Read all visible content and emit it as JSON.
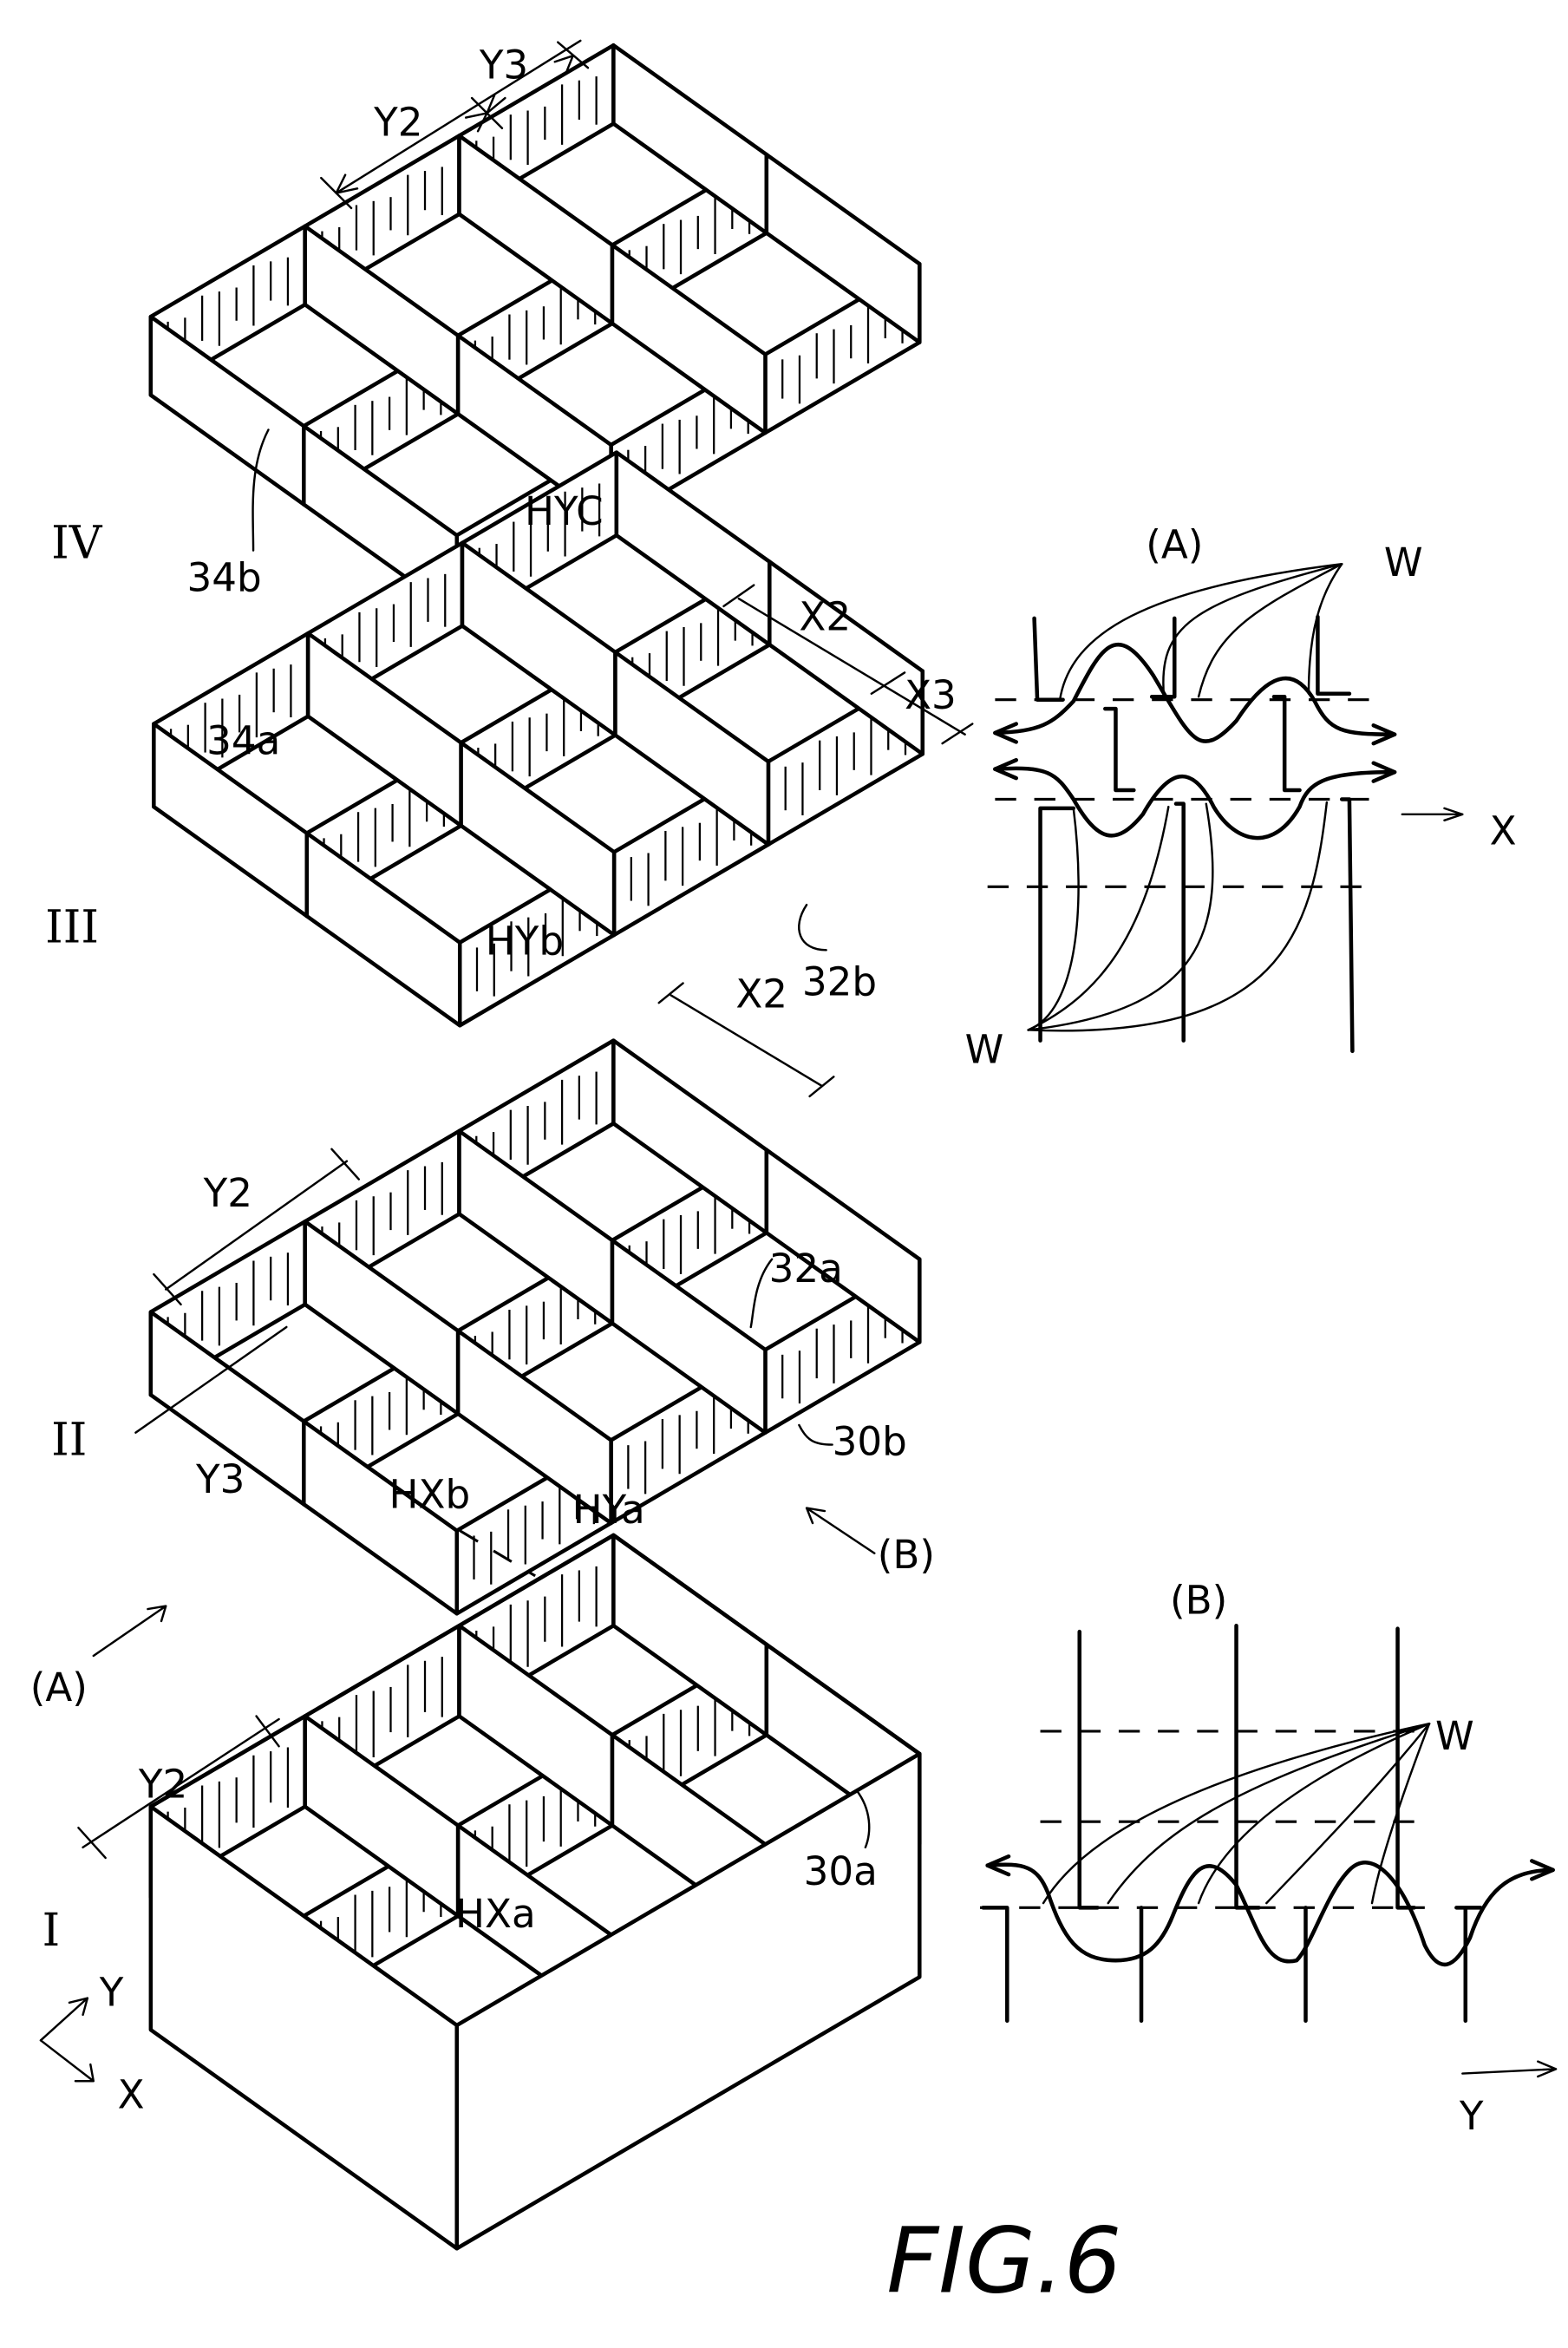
{
  "figure": {
    "title": "FIG.6",
    "layers": [
      {
        "numeral": "IV",
        "labels": {
          "part": "34b",
          "hole": "HYC",
          "dim_a": "Y2",
          "dim_b": "Y3"
        }
      },
      {
        "numeral": "III",
        "labels": {
          "part_a": "34a",
          "part_b": "32b",
          "hole": "HYb",
          "dim_a": "X2",
          "dim_b": "X3"
        }
      },
      {
        "numeral": "II",
        "labels": {
          "part_a": "32a",
          "part_b": "30b",
          "hole_a": "HXb",
          "hole_b": "HYa",
          "dim_a": "X2",
          "dim_b": "Y2",
          "dim_c": "Y3",
          "view": "(B)"
        }
      },
      {
        "numeral": "I",
        "labels": {
          "part": "30a",
          "hole": "HXa",
          "dim": "Y2",
          "view": "(A)"
        }
      }
    ],
    "axes": {
      "x": "X",
      "y": "Y"
    },
    "detail_a": {
      "title": "(A)",
      "wafer_top": "W",
      "wafer_bottom": "W",
      "axis": "X"
    },
    "detail_b": {
      "title": "(B)",
      "wafer": "W",
      "axis": "Y"
    }
  }
}
